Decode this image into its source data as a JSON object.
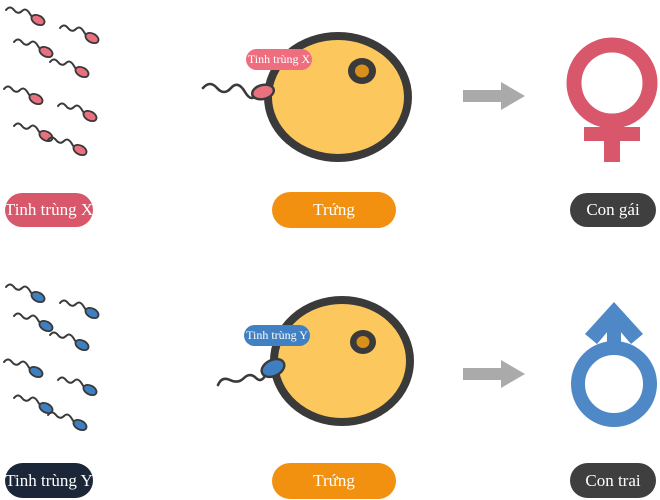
{
  "colors": {
    "sperm_x": "#e8707f",
    "sperm_y": "#3d7fc0",
    "egg_fill": "#fcc85e",
    "egg_outline": "#3a3a3a",
    "nucleus": "#d9901a",
    "arrow": "#aaaaaa",
    "female_symbol": "#d9576b",
    "male_symbol": "#4f88c6",
    "label_x_bg": "#d9576b",
    "label_y_bg": "#1b2738",
    "label_egg_bg": "#f29010",
    "label_result_bg": "#3f3f3f",
    "tag_x_bg": "#ee6e7f",
    "tag_y_bg": "#4180c2"
  },
  "rows": [
    {
      "sperm_label": "Tinh trùng X",
      "egg_label": "Trứng",
      "tag_label": "Tinh trùng X",
      "result_label": "Con gái",
      "result_icon": "female-symbol-icon"
    },
    {
      "sperm_label": "Tinh trùng Y",
      "egg_label": "Trứng",
      "tag_label": "Tinh trùng Y",
      "result_label": "Con trai",
      "result_icon": "male-symbol-icon"
    }
  ]
}
